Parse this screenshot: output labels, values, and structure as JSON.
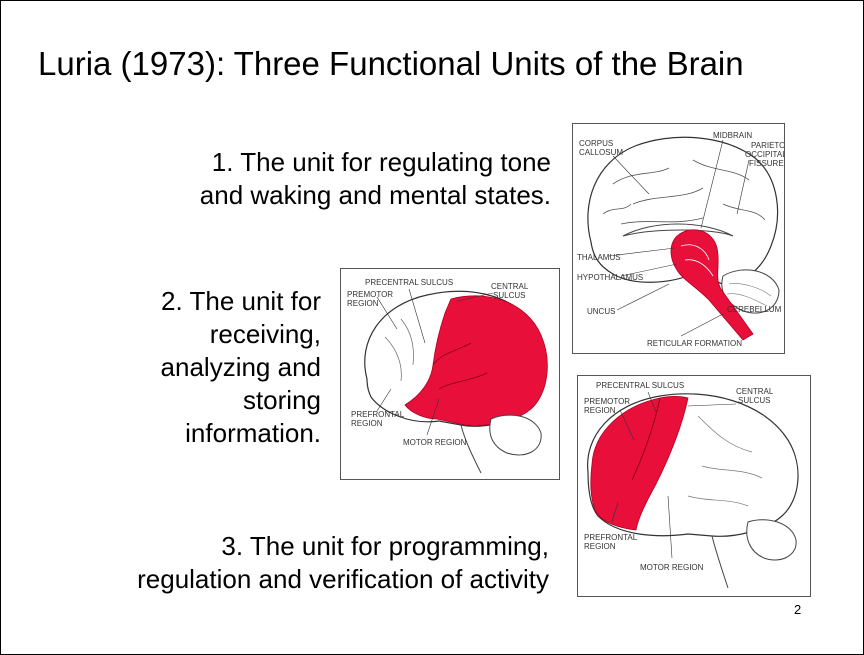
{
  "slide": {
    "title": "Luria (1973): Three Functional Units of the Brain",
    "unit1": {
      "line1": "1. The unit for regulating tone",
      "line2": "and waking and mental states."
    },
    "unit2": {
      "line1": "2. The unit for",
      "line2": "receiving,",
      "line3": "analyzing and",
      "line4": "storing",
      "line5": "information."
    },
    "unit3": {
      "line1": "3. The unit for programming,",
      "line2": "regulation and verification of activity"
    },
    "page_number": "2"
  },
  "figures": {
    "fig1": {
      "corpus": "CORPUS",
      "callosum": "CALLOSUM",
      "midbrain": "MIDBRAIN",
      "parieto": "PARIETO",
      "occipital": "OCCIPITAL",
      "fissure": "FISSURE",
      "thalamus": "THALAMUS",
      "hypothalamus": "HYPOTHALAMUS",
      "uncus": "UNCUS",
      "cerebellum": "CEREBELLUM",
      "reticular": "RETICULAR FORMATION"
    },
    "fig2": {
      "precentral": "PRECENTRAL  SULCUS",
      "central1": "CENTRAL",
      "central2": "SULCUS",
      "premotor1": "PREMOTOR",
      "premotor2": "REGION",
      "prefrontal1": "PREFRONTAL",
      "prefrontal2": "REGION",
      "motor": "MOTOR REGION"
    },
    "fig3": {
      "precentral": "PRECENTRAL  SULCUS",
      "central1": "CENTRAL",
      "central2": "SULCUS",
      "premotor1": "PREMOTOR",
      "premotor2": "REGION",
      "prefrontal1": "PREFRONTAL",
      "prefrontal2": "REGION",
      "motor": "MOTOR REGION"
    },
    "accent_color": "#e8103a"
  }
}
